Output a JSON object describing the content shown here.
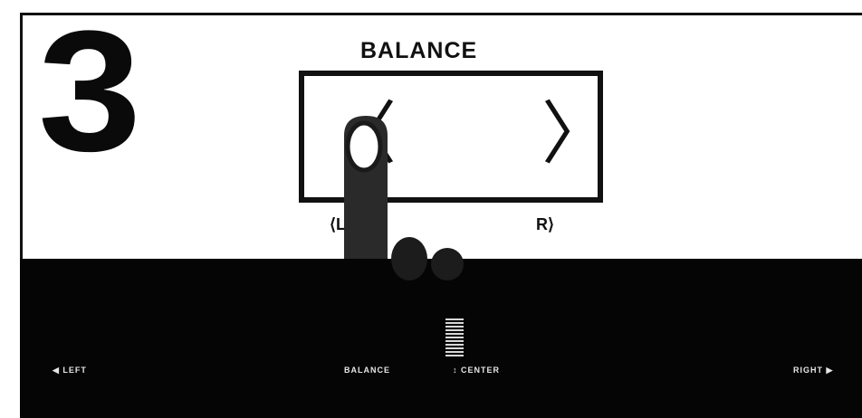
{
  "step": {
    "number": "3"
  },
  "display": {
    "title": "BALANCE",
    "arrow_left": "〈",
    "arrow_right": "〉",
    "label_left": "⟨L",
    "label_right": "R⟩"
  },
  "panel": {
    "label_left": "◀ LEFT",
    "label_balance": "BALANCE",
    "label_center": "↕ CENTER",
    "label_right": "RIGHT ▶",
    "slider_icon": "balance-slider-knob"
  },
  "colors": {
    "background": "#ffffff",
    "ink": "#111111",
    "panel": "#050505"
  }
}
